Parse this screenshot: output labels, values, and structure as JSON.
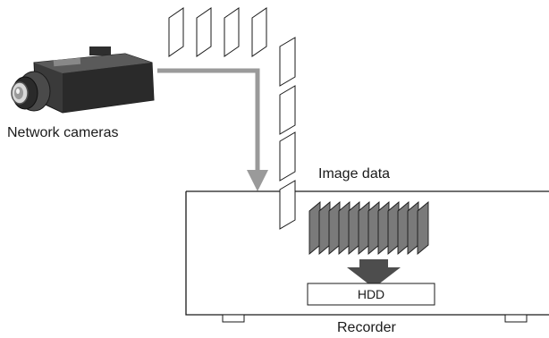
{
  "labels": {
    "cameras": "Network cameras",
    "image_data": "Image data",
    "storage": "HDD",
    "recorder": "Recorder"
  },
  "colors": {
    "line": "#1a1a1a",
    "arrow": "#9a9a9a",
    "frame_fill": "#7a7a7a",
    "down_arrow": "#4d4d4d",
    "camera_body": "#3a3a3a"
  },
  "icons": {
    "camera": "network-camera-icon",
    "frame": "image-frame-icon",
    "storage": "hdd-box"
  }
}
